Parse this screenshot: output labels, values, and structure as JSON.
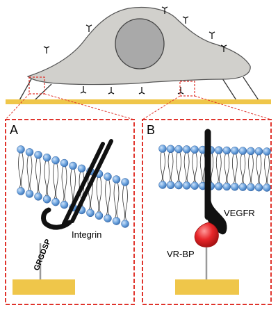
{
  "panel_a": {
    "letter": "A",
    "sequence": "GRGDSP",
    "receptor": "Integrin"
  },
  "panel_b": {
    "letter": "B",
    "receptor": "VEGFR",
    "ligand": "VR-BP"
  },
  "colors": {
    "cell_fill": "#d1d0cc",
    "nucleus_fill": "#a9a9a9",
    "substrate": "#efc64a",
    "highlight_box": "#e0342c",
    "lipid_head": "#6fa6e0",
    "ligand": "#e8262a",
    "receptor": "#111111"
  }
}
